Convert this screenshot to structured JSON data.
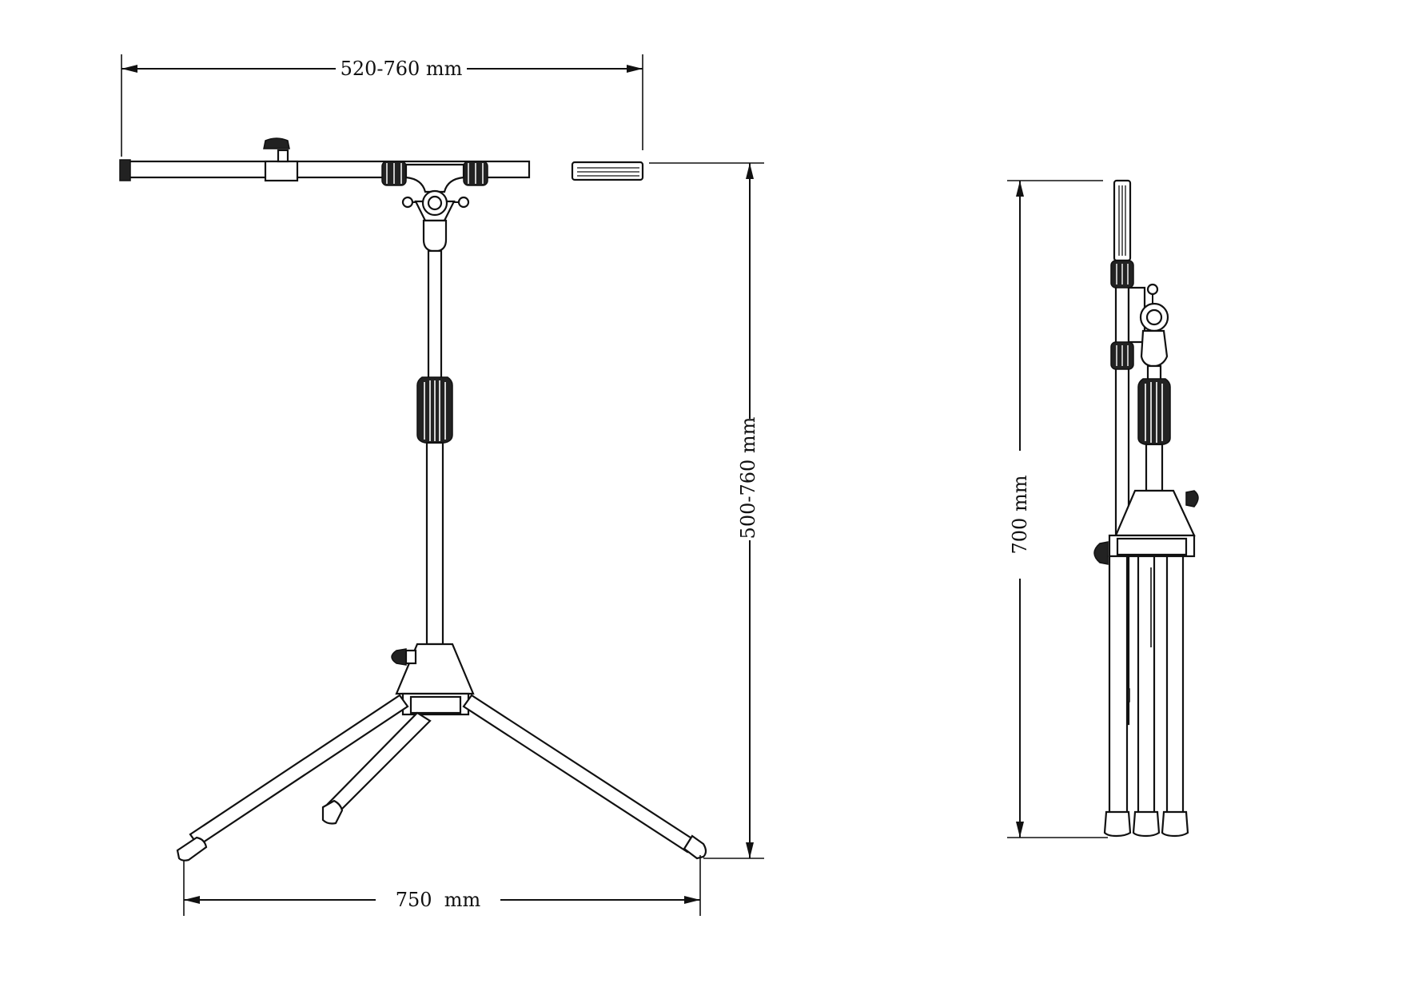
{
  "dimensions": {
    "boom_length": "520-760 mm",
    "stand_height": "500-760 mm",
    "base_width": "750  mm",
    "folded_height": "700 mm"
  }
}
